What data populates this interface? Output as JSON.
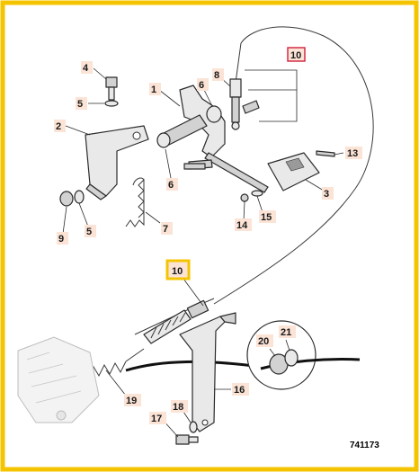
{
  "diagram": {
    "reference_number": "741173",
    "callouts": [
      "1",
      "2",
      "3",
      "4",
      "5",
      "5",
      "6",
      "6",
      "7",
      "8",
      "9",
      "10",
      "10",
      "13",
      "14",
      "15",
      "16",
      "17",
      "18",
      "19",
      "20",
      "21"
    ]
  },
  "colors": {
    "border": "#f5c400",
    "label_background": "#fbe3d6",
    "highlight_box": "#f5c400",
    "callout_box": "#d21f3c"
  }
}
